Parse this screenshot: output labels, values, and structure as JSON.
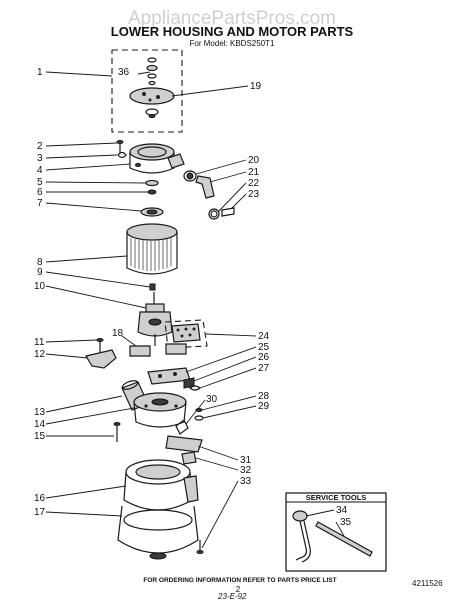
{
  "header": {
    "watermark": "AppliancePartsPros.com",
    "title": "LOWER HOUSING AND MOTOR PARTS",
    "subtitle": "For Model: KBDS250T1"
  },
  "callouts": [
    "1",
    "2",
    "3",
    "4",
    "5",
    "6",
    "7",
    "8",
    "9",
    "10",
    "11",
    "12",
    "13",
    "14",
    "15",
    "16",
    "17",
    "18",
    "19",
    "20",
    "21",
    "22",
    "23",
    "24",
    "25",
    "26",
    "27",
    "28",
    "29",
    "30",
    "31",
    "32",
    "33",
    "34",
    "35",
    "36"
  ],
  "service_tools": {
    "title": "SERVICE TOOLS"
  },
  "footer": {
    "note": "FOR ORDERING INFORMATION REFER TO PARTS PRICE LIST",
    "page_number": "2",
    "doc_number": "4211526",
    "handwritten": "23-E-92"
  }
}
